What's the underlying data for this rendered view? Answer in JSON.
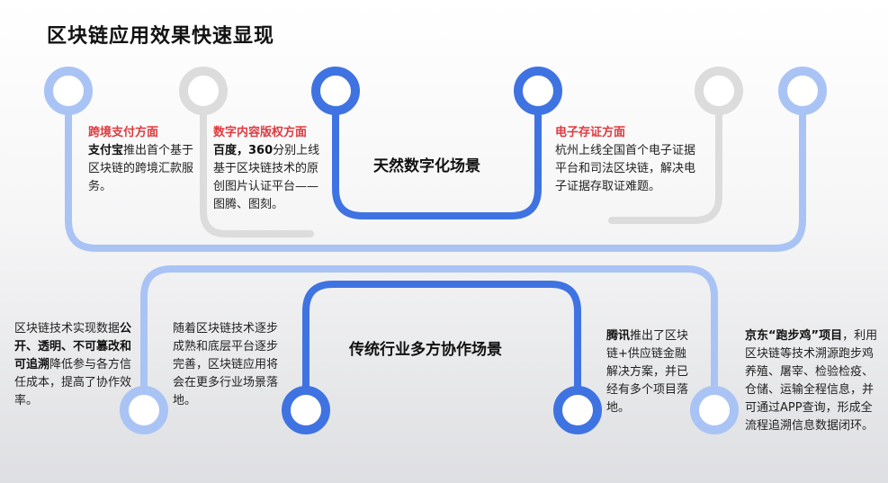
{
  "title": "区块链应用效果快速显现",
  "top_center": "天然数字化场景",
  "bottom_center": "传统行业多方协作场景",
  "colors": {
    "light_blue": "#a9c4f4",
    "dark_blue": "#3f73e2",
    "gray": "#dcdcdc",
    "red": "#e03a3e"
  },
  "top": [
    {
      "head": "跨境支付方面",
      "bold": "支付宝",
      "text": "推出首个基于区块链的跨境汇款服务。"
    },
    {
      "head": "数字内容版权方面",
      "bold": "百度，360",
      "text": "分别上线基于区块链技术的原创图片认证平台——图腾、图刻。"
    },
    {
      "head": "电子存证方面",
      "text": "杭州上线全国首个电子证据平台和司法区块链，解决电子证据存取证难题。"
    }
  ],
  "bottom": [
    {
      "pre": "区块链技术实现数据",
      "bold": "公开、透明、不可篡改和可追溯",
      "post": "降低参与各方信任成本，提高了协作效率。"
    },
    {
      "text": "随着区块链技术逐步成熟和底层平台逐步完善，区块链应用将会在更多行业场景落地。"
    },
    {
      "bold": "腾讯",
      "text": "推出了区块链+供应链金融解决方案，并已经有多个项目落地。"
    },
    {
      "bold": "京东“跑步鸡”项目",
      "text": "，利用区块链等技术溯源跑步鸡养殖、屠宰、检验检疫、仓储、运输全程信息，并可通过APP查询，形成全流程追溯信息数据闭环。"
    }
  ]
}
